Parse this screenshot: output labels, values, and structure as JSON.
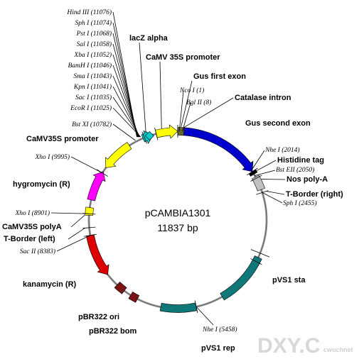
{
  "plasmid": {
    "name": "pCAMBIA1301",
    "size": "11837  bp",
    "backbone_color": "#a0a0a0"
  },
  "sites": [
    {
      "text": "Hind III (11076)"
    },
    {
      "text": "Sph I (11074)"
    },
    {
      "text": "Pst I (11068)"
    },
    {
      "text": "Sal I (11058)"
    },
    {
      "text": "Xba I (11052)"
    },
    {
      "text": "BamH I (11046)"
    },
    {
      "text": "Sma I (11043)"
    },
    {
      "text": "Kpn I (11041)"
    },
    {
      "text": "Sac I (11035)"
    },
    {
      "text": "EcoR I (11025)"
    },
    {
      "text": "Bst XI (10782)"
    },
    {
      "text": "Xho I (9995)"
    },
    {
      "text": "Xho I (8901)"
    },
    {
      "text": "Sac II (8383)"
    },
    {
      "text": "Nco I (1)"
    },
    {
      "text": "Bgl II (8)"
    },
    {
      "text": "Nhe I (2014)"
    },
    {
      "text": "Bst EII (2050)"
    },
    {
      "text": "Sph I (2455)"
    },
    {
      "text": "Nhe I (5458)"
    }
  ],
  "features": [
    {
      "text": "lacZ alpha",
      "color": "#00cccc"
    },
    {
      "text": "CaMV 35S promoter",
      "color": "#ffff00"
    },
    {
      "text": "Gus first exon",
      "color": "#666633"
    },
    {
      "text": "Catalase intron",
      "color": "#808080"
    },
    {
      "text": "Gus second exon",
      "color": "#0000cc"
    },
    {
      "text": "Histidine tag",
      "color": "#000000"
    },
    {
      "text": "Nos poly-A",
      "color": "#c0c0c0"
    },
    {
      "text": "T-Border (right)",
      "color": "#808080"
    },
    {
      "text": "pVS1 sta",
      "color": "#107878"
    },
    {
      "text": "pVS1 rep",
      "color": "#107878"
    },
    {
      "text": "pBR322 bom",
      "color": "#7a1414"
    },
    {
      "text": "pBR322 ori",
      "color": "#7a1414"
    },
    {
      "text": "kanamycin (R)",
      "color": "#dd0000"
    },
    {
      "text": "T-Border (left)",
      "color": "#808080"
    },
    {
      "text": "CaMV35S polyA",
      "color": "#ffff00"
    },
    {
      "text": "hygromycin (R)",
      "color": "#ff00ff"
    },
    {
      "text": "CaMV35S promoter",
      "color": "#ffff00"
    }
  ],
  "watermark": {
    "main": "DXY.C",
    "sub": "cwuchnet"
  }
}
